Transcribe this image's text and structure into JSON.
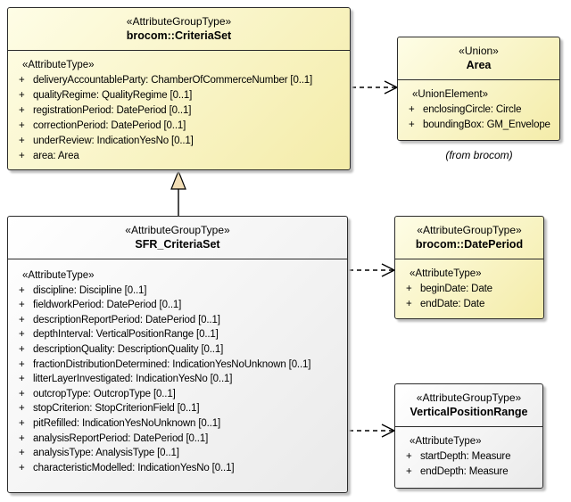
{
  "colors": {
    "yellow_fill_start": "#FEFDE6",
    "yellow_fill_end": "#F4ECA9",
    "gray_fill_start": "#FFFFFF",
    "gray_fill_end": "#EAEAEA",
    "border": "#2B2B2B",
    "triangle_fill": "#F1DDB5",
    "shadow": "#BFBFBF"
  },
  "symbols": {
    "plus": "+"
  },
  "boxes": {
    "criteria_set": {
      "stereotype": "«AttributeGroupType»",
      "name": "brocom::CriteriaSet",
      "section_label": "«AttributeType»",
      "attributes": [
        "deliveryAccountableParty: ChamberOfCommerceNumber [0..1]",
        "qualityRegime: QualityRegime [0..1]",
        "registrationPeriod: DatePeriod [0..1]",
        "correctionPeriod: DatePeriod [0..1]",
        "underReview: IndicationYesNo [0..1]",
        "area: Area"
      ]
    },
    "area": {
      "stereotype": "«Union»",
      "name": "Area",
      "section_label": "«UnionElement»",
      "attributes": [
        "enclosingCircle: Circle",
        "boundingBox: GM_Envelope"
      ]
    },
    "sfr_criteria_set": {
      "stereotype": "«AttributeGroupType»",
      "name": "SFR_CriteriaSet",
      "section_label": "«AttributeType»",
      "attributes": [
        "discipline: Discipline [0..1]",
        "fieldworkPeriod: DatePeriod [0..1]",
        "descriptionReportPeriod: DatePeriod [0..1]",
        "depthInterval: VerticalPositionRange [0..1]",
        "descriptionQuality: DescriptionQuality [0..1]",
        "fractionDistributionDetermined: IndicationYesNoUnknown [0..1]",
        "litterLayerInvestigated: IndicationYesNo [0..1]",
        "outcropType: OutcropType [0..1]",
        "stopCriterion: StopCriterionField [0..1]",
        "pitRefilled: IndicationYesNoUnknown [0..1]",
        "analysisReportPeriod: DatePeriod [0..1]",
        "analysisType: AnalysisType [0..1]",
        "characteristicModelled: IndicationYesNo [0..1]"
      ]
    },
    "date_period": {
      "stereotype": "«AttributeGroupType»",
      "name": "brocom::DatePeriod",
      "section_label": "«AttributeType»",
      "attributes": [
        "beginDate: Date",
        "endDate: Date"
      ]
    },
    "vertical_position_range": {
      "stereotype": "«AttributeGroupType»",
      "name": "VerticalPositionRange",
      "section_label": "«AttributeType»",
      "attributes": [
        "startDepth: Measure",
        "endDepth: Measure"
      ]
    }
  },
  "captions": {
    "area_origin": "(from brocom)"
  }
}
